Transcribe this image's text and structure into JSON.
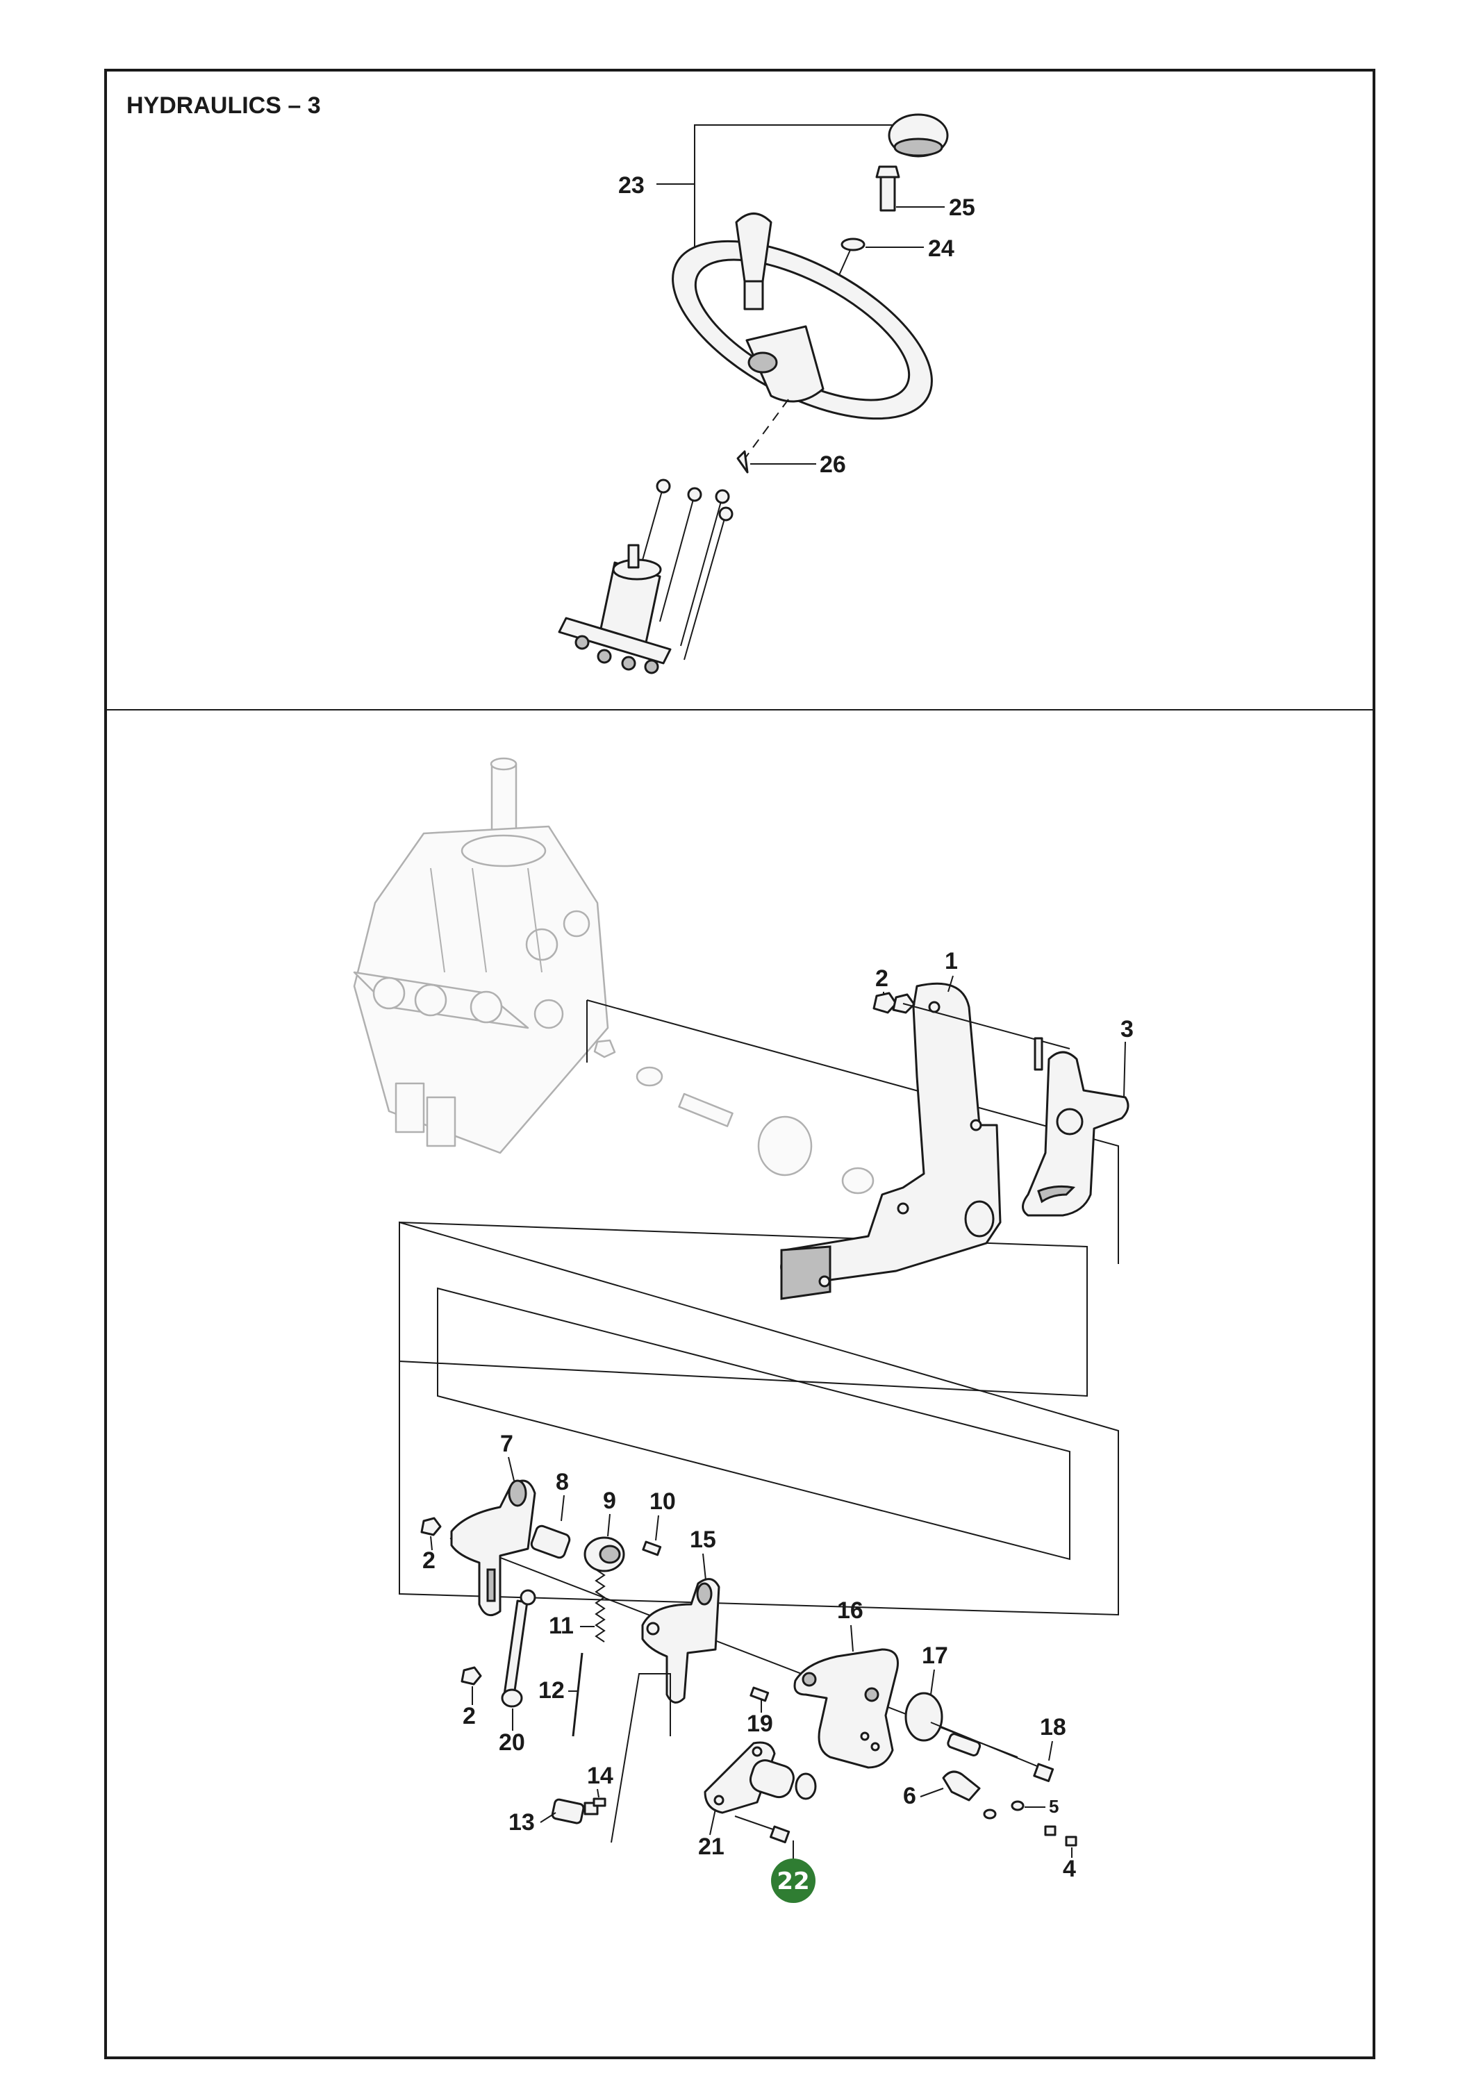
{
  "section_title": "HYDRAULICS – 3",
  "highlight": {
    "label": "22",
    "color": "#2f7d32"
  },
  "callouts": {
    "c1": "1",
    "c2a": "2",
    "c2b": "2",
    "c2c": "2",
    "c3": "3",
    "c4": "4",
    "c5": "5",
    "c6": "6",
    "c7": "7",
    "c8": "8",
    "c9": "9",
    "c10": "10",
    "c11": "11",
    "c12": "12",
    "c13": "13",
    "c14": "14",
    "c15": "15",
    "c16": "16",
    "c17": "17",
    "c18": "18",
    "c19": "19",
    "c20": "20",
    "c21": "21",
    "c23": "23",
    "c24": "24",
    "c25": "25",
    "c26": "26"
  }
}
